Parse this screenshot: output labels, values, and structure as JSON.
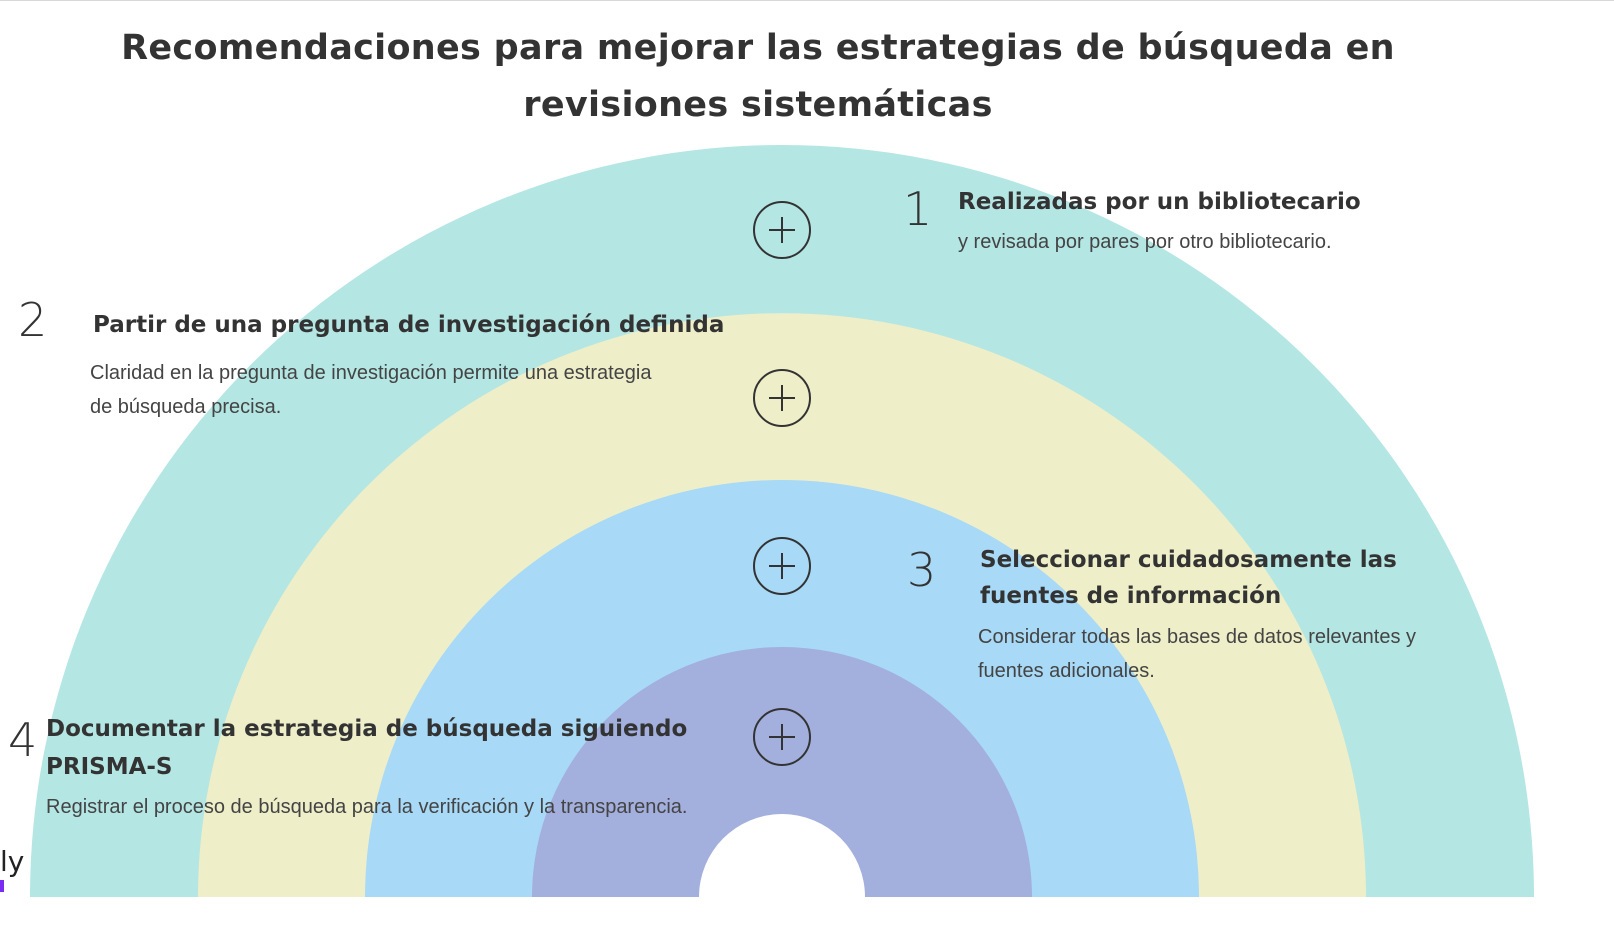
{
  "title": {
    "line1": "Recomendaciones para mejorar las estrategias de búsqueda en",
    "line2": "revisiones sistemáticas"
  },
  "colors": {
    "ring1": "#b4e6e3",
    "ring2": "#eeeec9",
    "ring3": "#a8d9f6",
    "ring4": "#a3afdd",
    "text": "#333333"
  },
  "items": [
    {
      "number": "1",
      "title": "Realizadas por un bibliotecario",
      "description": "y revisada por pares por otro bibliotecario.",
      "icon": "plus-circle-icon"
    },
    {
      "number": "2",
      "title": "Partir de una pregunta de investigación definida",
      "description_line1": "Claridad en la pregunta de investigación permite una estrategia",
      "description_line2": "de búsqueda precisa.",
      "icon": "plus-circle-icon"
    },
    {
      "number": "3",
      "title_line1": "Seleccionar cuidadosamente las",
      "title_line2": "fuentes de información",
      "description_line1": "Considerar todas las bases de datos relevantes y",
      "description_line2": "fuentes adicionales.",
      "icon": "plus-circle-icon"
    },
    {
      "number": "4",
      "title_line1": "Documentar la estrategia de búsqueda siguiendo",
      "title_line2": "PRISMA-S",
      "description": "Registrar el proceso de búsqueda para la verificación y la transparencia.",
      "icon": "plus-circle-icon"
    }
  ],
  "logo_text": "ly"
}
